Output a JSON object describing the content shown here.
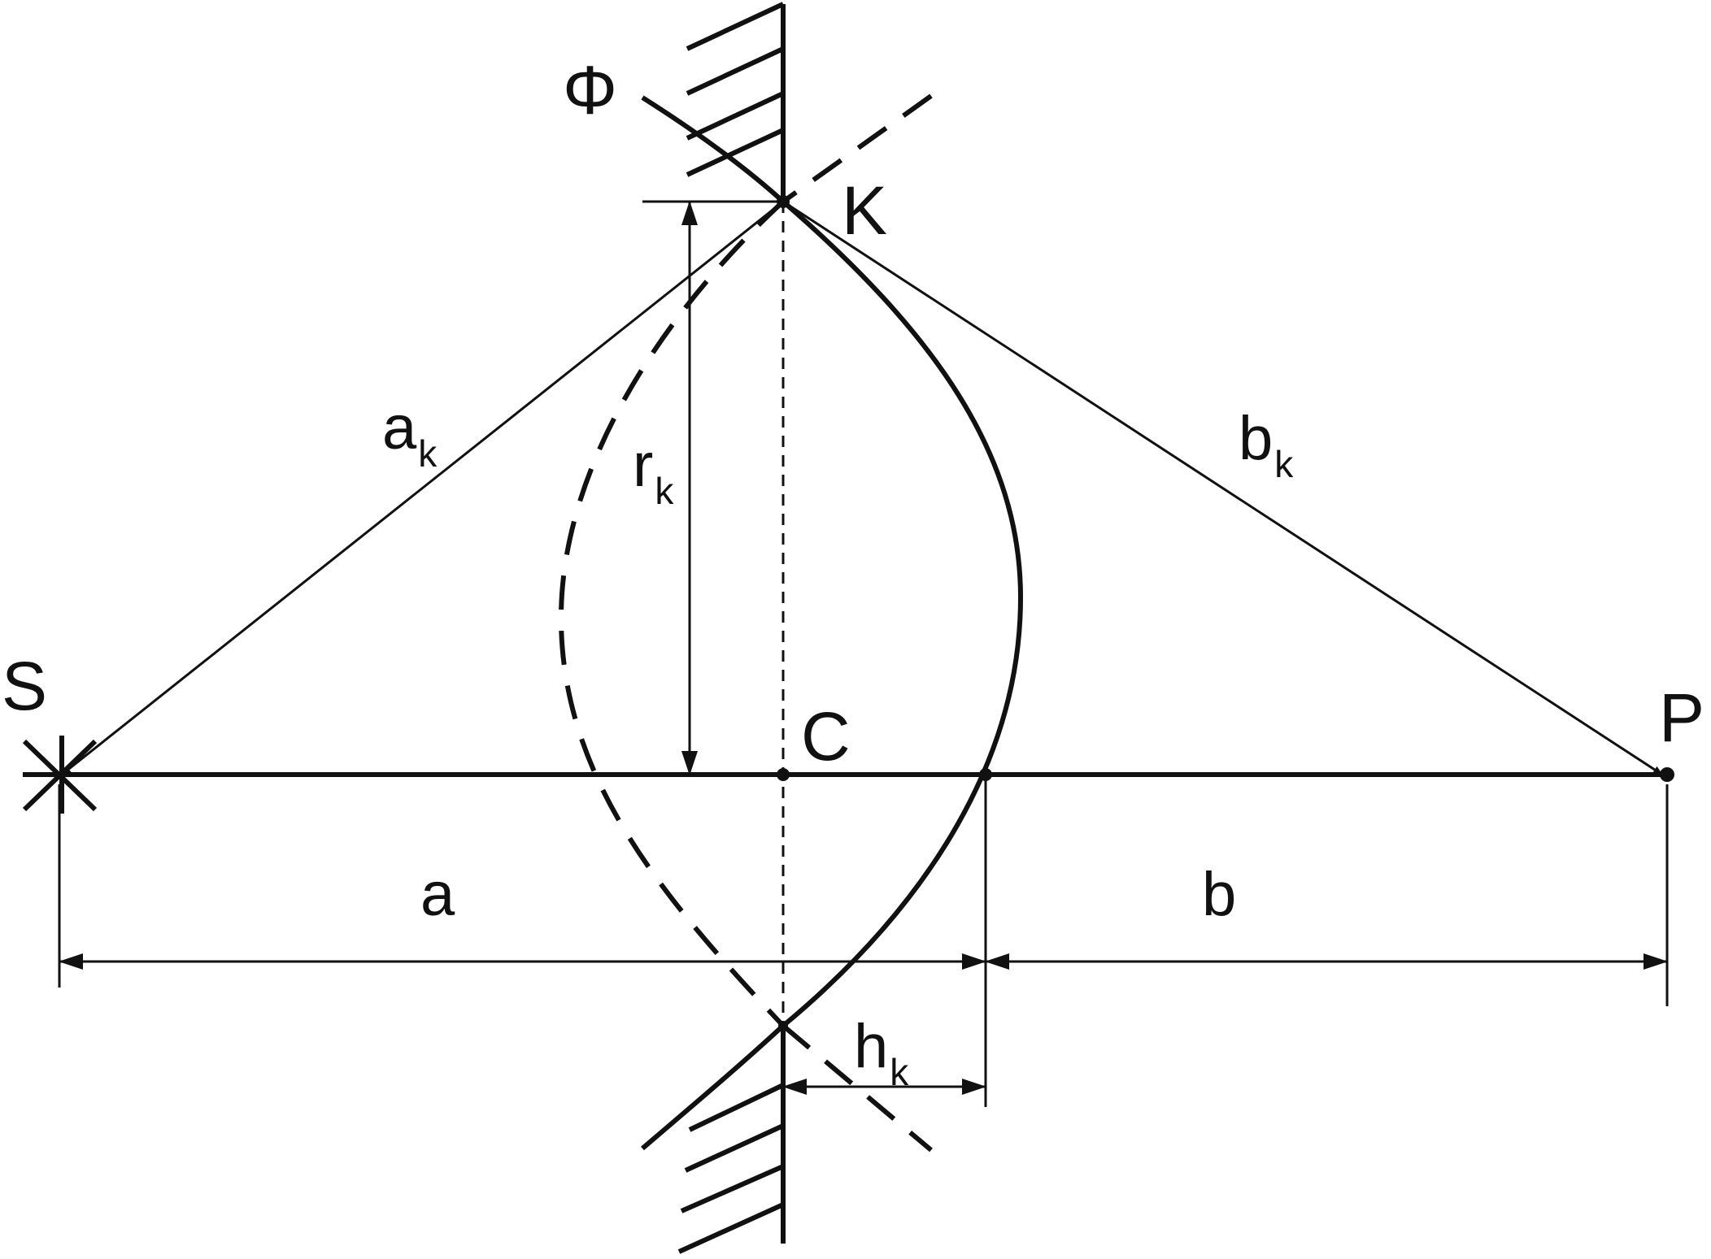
{
  "labels": {
    "phi": "Φ",
    "K": "K",
    "S": "S",
    "C": "C",
    "P": "P",
    "a_k_main": "a",
    "a_k_sub": "k",
    "b_k_main": "b",
    "b_k_sub": "k",
    "r_k_main": "r",
    "r_k_sub": "k",
    "a": "a",
    "b": "b",
    "h_k_main": "h",
    "h_k_sub": "k"
  },
  "colors": {
    "stroke": "#111111",
    "background": "#ffffff"
  }
}
